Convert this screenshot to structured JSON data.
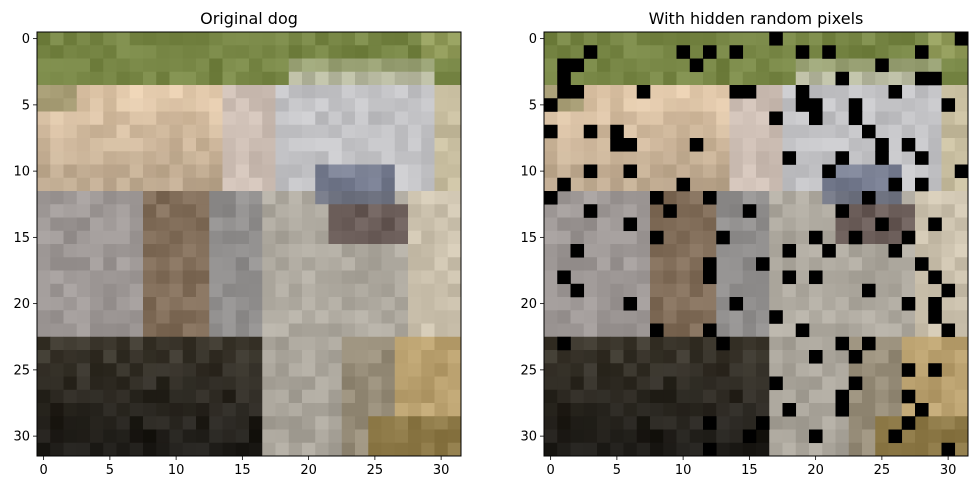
{
  "chart_data": [
    {
      "type": "heatmap",
      "title": "Original dog",
      "xlim": [
        -0.5,
        31.5
      ],
      "ylim": [
        31.5,
        -0.5
      ],
      "xticks": [
        0,
        5,
        10,
        15,
        20,
        25,
        30
      ],
      "yticks": [
        0,
        5,
        10,
        15,
        20,
        25,
        30
      ],
      "grid": false,
      "image": "32x32 RGB photo of a fluffy light-grey dog on green grass (pixelated)",
      "masked_pixels": []
    },
    {
      "type": "heatmap",
      "title": "With hidden random pixels",
      "xlim": [
        -0.5,
        31.5
      ],
      "ylim": [
        31.5,
        -0.5
      ],
      "xticks": [
        0,
        5,
        10,
        15,
        20,
        25,
        30
      ],
      "yticks": [
        0,
        5,
        10,
        15,
        20,
        25,
        30
      ],
      "grid": false,
      "image": "same 32x32 image with randomly chosen pixels set to black",
      "mask_color": "#000000",
      "masked_pixels": [
        [
          0,
          17
        ],
        [
          0,
          31
        ],
        [
          1,
          3
        ],
        [
          1,
          10
        ],
        [
          1,
          12
        ],
        [
          1,
          14
        ],
        [
          1,
          19
        ],
        [
          1,
          21
        ],
        [
          1,
          28
        ],
        [
          2,
          1
        ],
        [
          2,
          2
        ],
        [
          2,
          11
        ],
        [
          2,
          25
        ],
        [
          3,
          1
        ],
        [
          3,
          22
        ],
        [
          3,
          28
        ],
        [
          3,
          29
        ],
        [
          4,
          1
        ],
        [
          4,
          2
        ],
        [
          4,
          7
        ],
        [
          4,
          14
        ],
        [
          4,
          15
        ],
        [
          4,
          19
        ],
        [
          4,
          26
        ],
        [
          5,
          0
        ],
        [
          5,
          19
        ],
        [
          5,
          20
        ],
        [
          5,
          23
        ],
        [
          5,
          30
        ],
        [
          6,
          17
        ],
        [
          6,
          20
        ],
        [
          6,
          23
        ],
        [
          7,
          0
        ],
        [
          7,
          3
        ],
        [
          7,
          5
        ],
        [
          7,
          24
        ],
        [
          8,
          5
        ],
        [
          8,
          6
        ],
        [
          8,
          11
        ],
        [
          8,
          25
        ],
        [
          8,
          27
        ],
        [
          9,
          18
        ],
        [
          9,
          22
        ],
        [
          9,
          25
        ],
        [
          9,
          28
        ],
        [
          10,
          3
        ],
        [
          10,
          6
        ],
        [
          10,
          21
        ],
        [
          10,
          31
        ],
        [
          11,
          1
        ],
        [
          11,
          10
        ],
        [
          11,
          26
        ],
        [
          11,
          28
        ],
        [
          12,
          0
        ],
        [
          12,
          8
        ],
        [
          12,
          12
        ],
        [
          12,
          24
        ],
        [
          13,
          3
        ],
        [
          13,
          9
        ],
        [
          13,
          15
        ],
        [
          13,
          22
        ],
        [
          14,
          6
        ],
        [
          14,
          25
        ],
        [
          14,
          29
        ],
        [
          15,
          8
        ],
        [
          15,
          13
        ],
        [
          15,
          20
        ],
        [
          15,
          23
        ],
        [
          15,
          27
        ],
        [
          16,
          2
        ],
        [
          16,
          18
        ],
        [
          16,
          21
        ],
        [
          16,
          26
        ],
        [
          17,
          12
        ],
        [
          17,
          16
        ],
        [
          17,
          28
        ],
        [
          18,
          1
        ],
        [
          18,
          12
        ],
        [
          18,
          18
        ],
        [
          18,
          20
        ],
        [
          18,
          29
        ],
        [
          19,
          2
        ],
        [
          19,
          24
        ],
        [
          19,
          30
        ],
        [
          20,
          6
        ],
        [
          20,
          14
        ],
        [
          20,
          27
        ],
        [
          20,
          29
        ],
        [
          21,
          17
        ],
        [
          21,
          29
        ],
        [
          22,
          8
        ],
        [
          22,
          12
        ],
        [
          22,
          19
        ],
        [
          22,
          30
        ],
        [
          23,
          1
        ],
        [
          23,
          13
        ],
        [
          23,
          22
        ],
        [
          23,
          24
        ],
        [
          24,
          20
        ],
        [
          24,
          23
        ],
        [
          25,
          27
        ],
        [
          25,
          29
        ],
        [
          26,
          17
        ],
        [
          26,
          23
        ],
        [
          27,
          22
        ],
        [
          27,
          27
        ],
        [
          28,
          18
        ],
        [
          28,
          22
        ],
        [
          28,
          28
        ],
        [
          29,
          12
        ],
        [
          29,
          16
        ],
        [
          29,
          27
        ],
        [
          30,
          15
        ],
        [
          30,
          20
        ],
        [
          30,
          26
        ],
        [
          31,
          12
        ],
        [
          31,
          30
        ]
      ]
    }
  ]
}
